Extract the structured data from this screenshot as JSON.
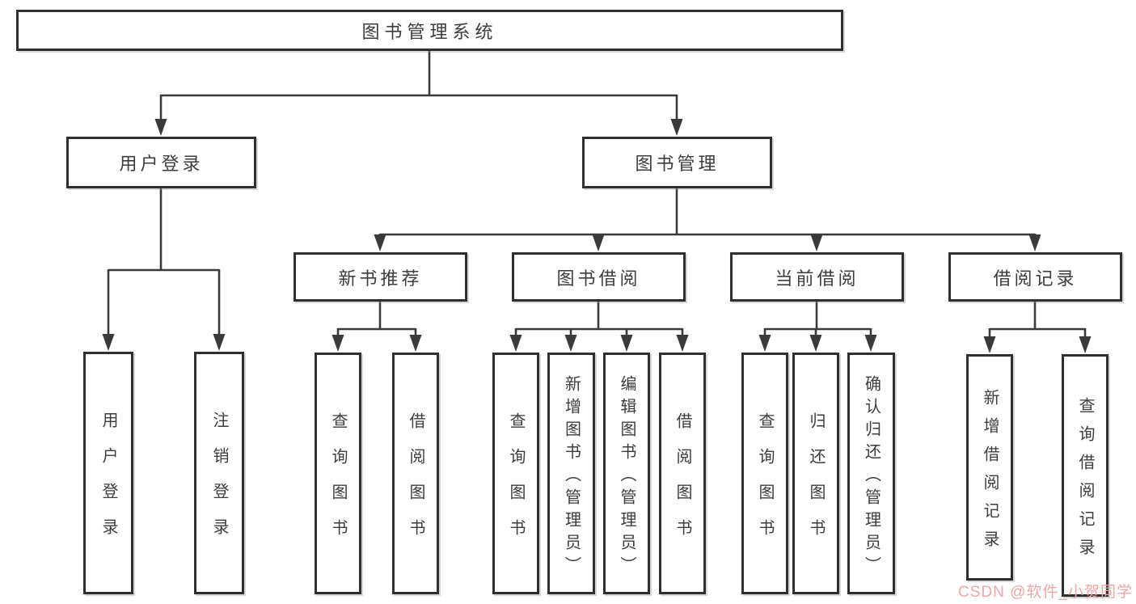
{
  "nodes": {
    "root": "图书管理系统",
    "user_login": "用户登录",
    "book_mgmt": "图书管理",
    "new_book_rec": "新书推荐",
    "book_borrow": "图书借阅",
    "current_borrow": "当前借阅",
    "borrow_record": "借阅记录",
    "leaf_user_login": "用户登录",
    "leaf_logout": "注销登录",
    "leaf_query_book_1": "查询图书",
    "leaf_borrow_book_1": "借阅图书",
    "leaf_query_book_2": "查询图书",
    "leaf_add_book": "新增图书（管理员）",
    "leaf_edit_book": "编辑图书（管理员）",
    "leaf_borrow_book_2": "借阅图书",
    "leaf_query_book_3": "查询图书",
    "leaf_return_book": "归还图书",
    "leaf_confirm_return": "确认归还（管理员）",
    "leaf_add_record": "新增借阅记录",
    "leaf_query_record": "查询借阅记录"
  },
  "watermark": {
    "text": "CSDN @软件_小贺同学",
    "color": "#f0a6a6"
  },
  "colors": {
    "line": "#3a3a3a",
    "border": "#2f2f2f",
    "text": "#3d3d3d",
    "background": "#ffffff"
  }
}
